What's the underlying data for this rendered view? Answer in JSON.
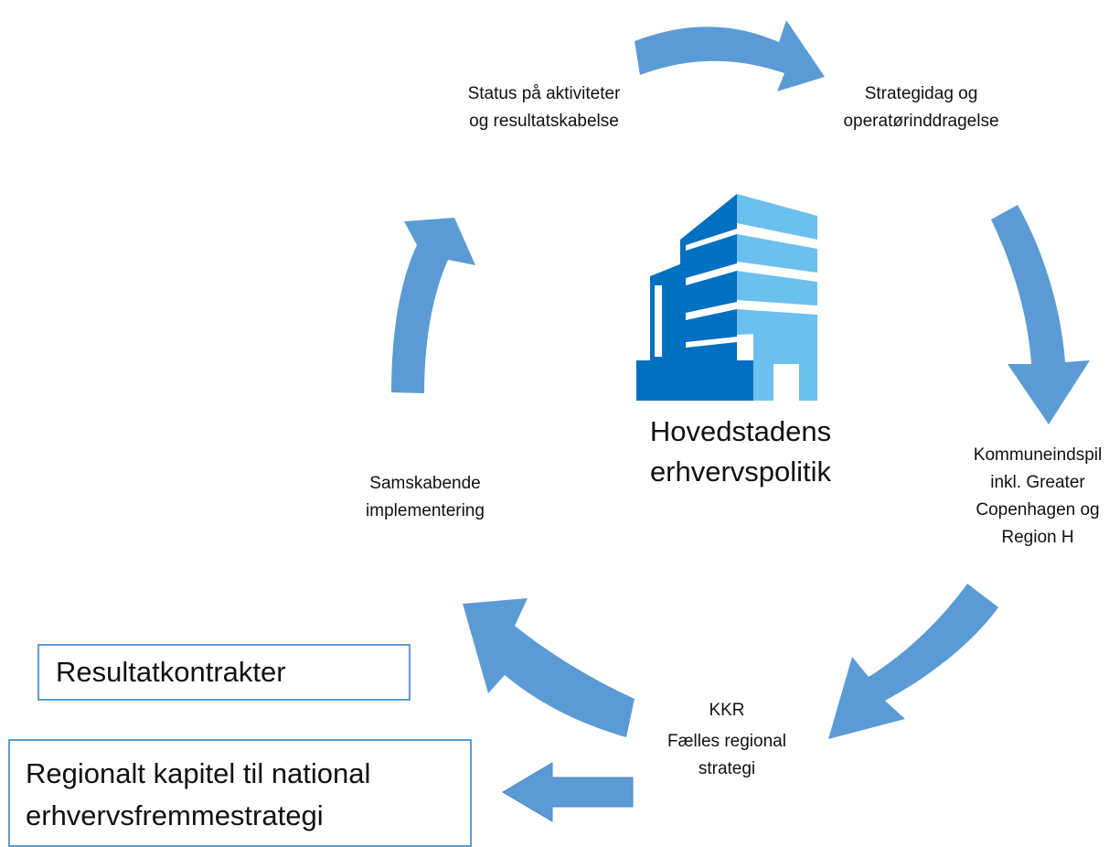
{
  "colors": {
    "arrow": "#5b9bd5",
    "building_dark": "#0070c0",
    "building_light": "#6cc0ee",
    "box_border": "#5b9bd5"
  },
  "center": {
    "icon": "office-building-icon",
    "title_line1": "Hovedstadens",
    "title_line2": "erhvervspolitik"
  },
  "cycle": {
    "status": {
      "line1": "Status på aktiviteter",
      "line2": "og resultatskabelse"
    },
    "strategidag": {
      "line1": "Strategidag og",
      "line2": "operatørinddragelse"
    },
    "kommune": {
      "line1": "Kommuneindspil",
      "line2": "inkl. Greater",
      "line3": "Copenhagen og",
      "line4": "Region H"
    },
    "kkr": {
      "line1": "KKR",
      "line2": "Fælles regional",
      "line3": "strategi"
    },
    "samskabende": {
      "line1": "Samskabende",
      "line2": "implementering"
    }
  },
  "outputs": {
    "resultatkontrakter": "Resultatkontrakter",
    "regionalt_line1": "Regionalt kapitel til national",
    "regionalt_line2": "erhvervsfremmestrategi"
  }
}
